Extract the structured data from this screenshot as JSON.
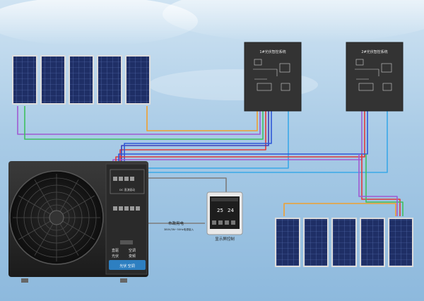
{
  "controllers": [
    {
      "title": "1#光伏智控系统"
    },
    {
      "title": "2#光伏智控系统"
    }
  ],
  "heat_pump": {
    "top_panel_label": "DC 直流驱动",
    "side_badge": "光伏 空调",
    "side_text": [
      "光伏",
      "直驱",
      "变频",
      "空调"
    ]
  },
  "mains": {
    "label": "市政用电",
    "sublabel": "380V/3N~50Hz电源接入"
  },
  "display": {
    "caption": "显示屏控制",
    "screen_values": [
      "25",
      "24"
    ]
  },
  "wire_colors": {
    "purple": "#a05ad2",
    "red": "#e03a3a",
    "green": "#3fbf5f",
    "blue": "#2f58d8",
    "navy": "#3b3fb8",
    "orange": "#f0a030",
    "cyan": "#3aa8e8",
    "gray": "#7c7c7c"
  }
}
